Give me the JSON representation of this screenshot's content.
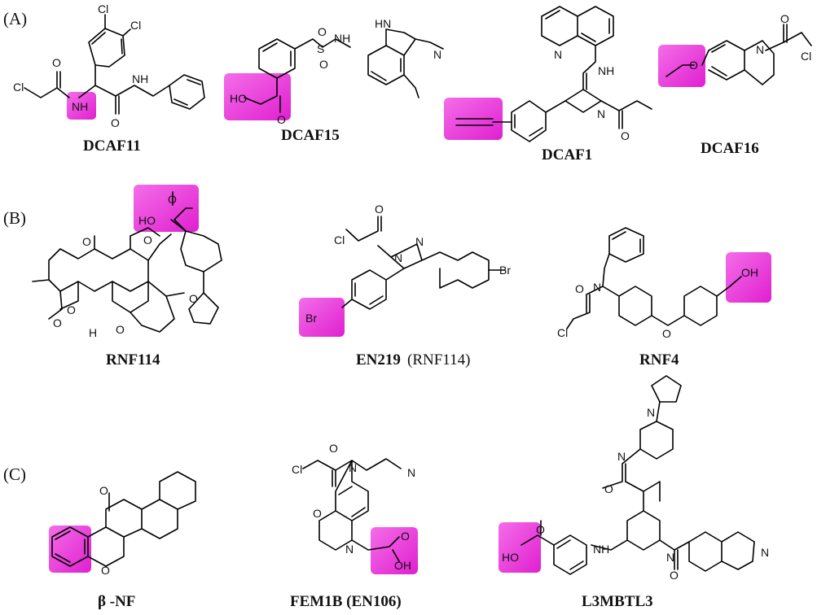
{
  "sections": [
    "(A)",
    "(B)",
    "(C)"
  ],
  "highlight_color": "#ef3ce0",
  "compounds": [
    {
      "id": "dcaf11",
      "label": "DCAF11"
    },
    {
      "id": "dcaf15",
      "label": "DCAF15"
    },
    {
      "id": "dcaf1",
      "label": "DCAF1"
    },
    {
      "id": "dcaf16",
      "label": "DCAF16"
    },
    {
      "id": "rnf114",
      "label": "RNF114"
    },
    {
      "id": "en219",
      "label": "EN219",
      "note": "(RNF114)"
    },
    {
      "id": "rnf4",
      "label": "RNF4"
    },
    {
      "id": "bnf",
      "label": "β -NF"
    },
    {
      "id": "fem1b",
      "label": "FEM1B (EN106)"
    },
    {
      "id": "l3mbtl3",
      "label": "L3MBTL3"
    }
  ],
  "atoms": {
    "cl": "Cl",
    "o": "O",
    "nh": "NH",
    "hn": "HN",
    "n": "N",
    "s": "S",
    "h": "H",
    "ho": "HO",
    "oh": "OH",
    "br": "Br"
  }
}
